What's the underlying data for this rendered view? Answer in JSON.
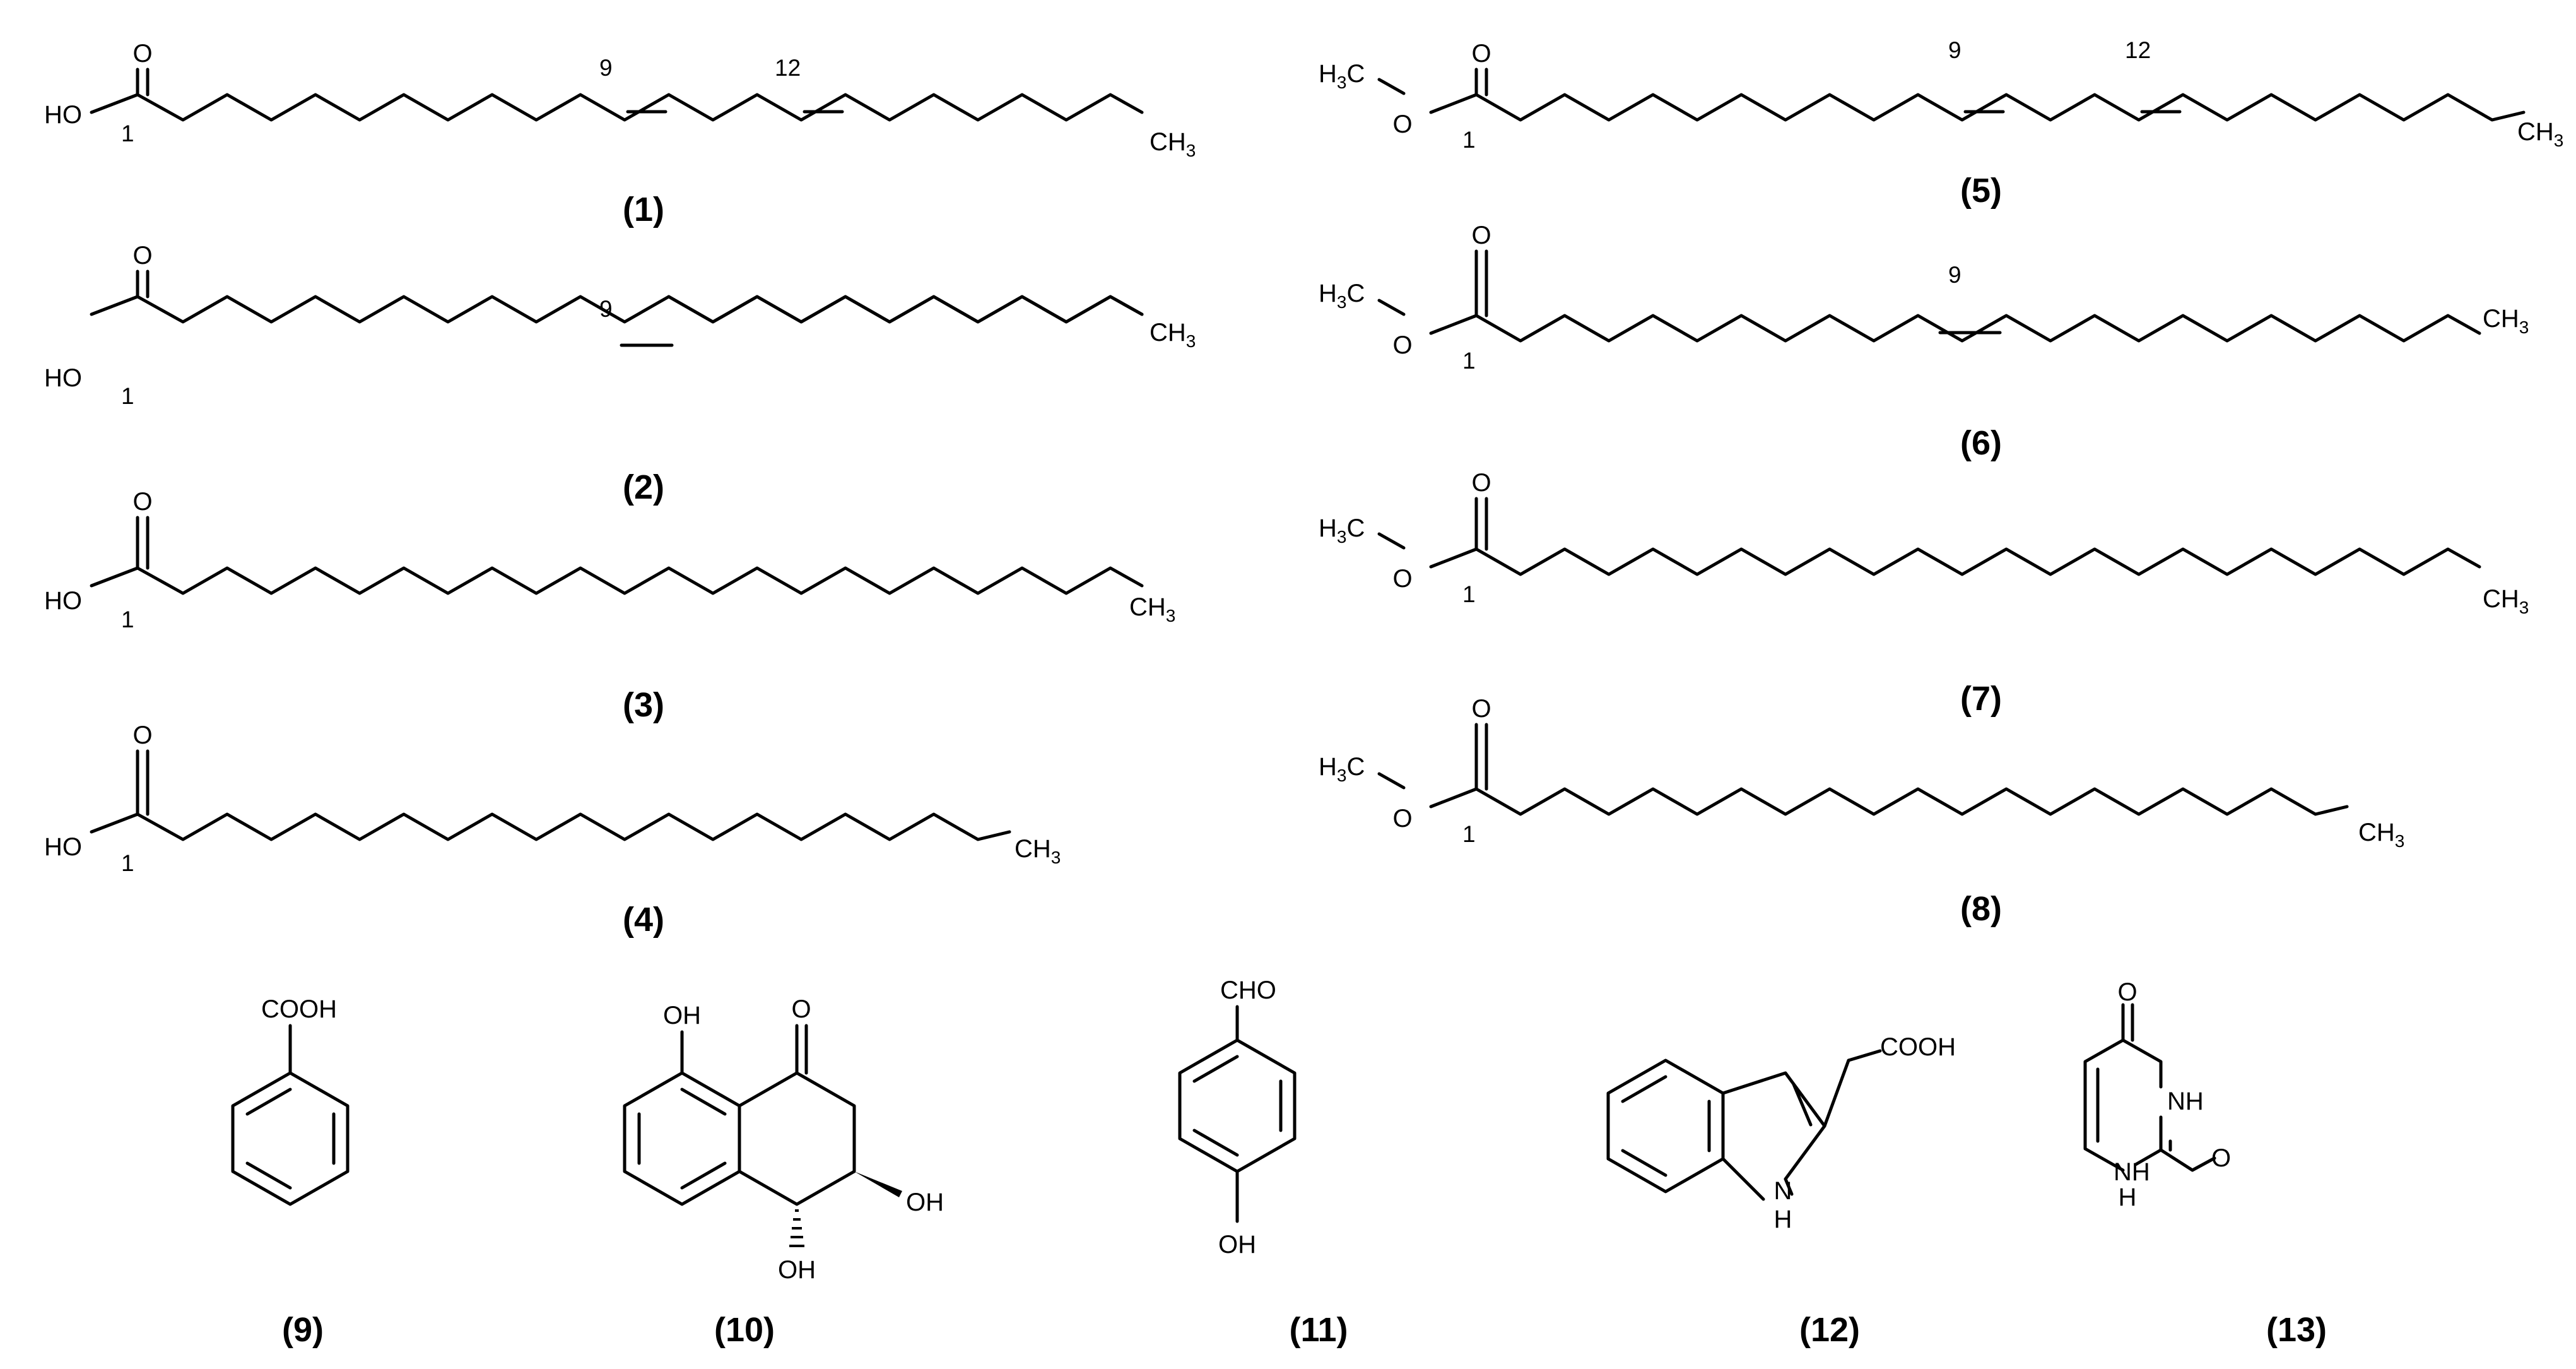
{
  "atoms": {
    "oxygen": "O",
    "hydroxyl": "HO",
    "hydroxyl_right": "OH",
    "methyl": "CH",
    "methyl_sub": "3",
    "methoxy_h": "H",
    "methoxy_sub": "3",
    "methoxy_c": "C",
    "carboxyl": "COOH",
    "aldehyde": "CHO",
    "nh": "NH",
    "h": "H",
    "n": "N"
  },
  "locants": {
    "c1": "1",
    "c9": "9",
    "c12": "12"
  },
  "compounds": [
    {
      "id": "(1)"
    },
    {
      "id": "(2)"
    },
    {
      "id": "(3)"
    },
    {
      "id": "(4)"
    },
    {
      "id": "(5)"
    },
    {
      "id": "(6)"
    },
    {
      "id": "(7)"
    },
    {
      "id": "(8)"
    },
    {
      "id": "(9)"
    },
    {
      "id": "(10)"
    },
    {
      "id": "(11)"
    },
    {
      "id": "(12)"
    },
    {
      "id": "(13)"
    }
  ]
}
